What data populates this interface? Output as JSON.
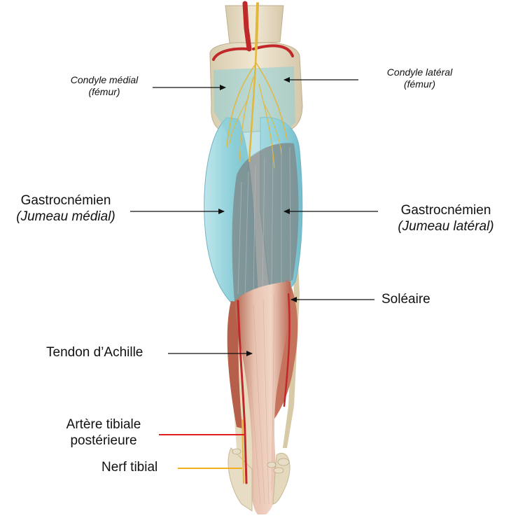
{
  "labels": {
    "condyle_medial": {
      "line1": "Condyle médial",
      "line2": "(fémur)"
    },
    "condyle_lateral": {
      "line1": "Condyle latéral",
      "line2": "(fémur)"
    },
    "gastro_medial": {
      "line1": "Gastrocnémien",
      "line2": "(Jumeau médial)"
    },
    "gastro_lateral": {
      "line1": "Gastrocnémien",
      "line2": "(Jumeau latéral)"
    },
    "soleaire": "Soléaire",
    "tendon_achille": "Tendon d’Achille",
    "artere_tibiale": {
      "line1": "Artère tibiale",
      "line2": "postérieure"
    },
    "nerf_tibial": "Nerf tibial"
  },
  "colors": {
    "pointer": "#111111",
    "artery_pointer": "#e02020",
    "nerve_pointer": "#f0b020",
    "bone": "#e8dcc0",
    "gastrocnemius": "#9fd6df",
    "soleus": "#d49a86",
    "artery": "#c0282a",
    "nerve": "#e3b73c"
  }
}
